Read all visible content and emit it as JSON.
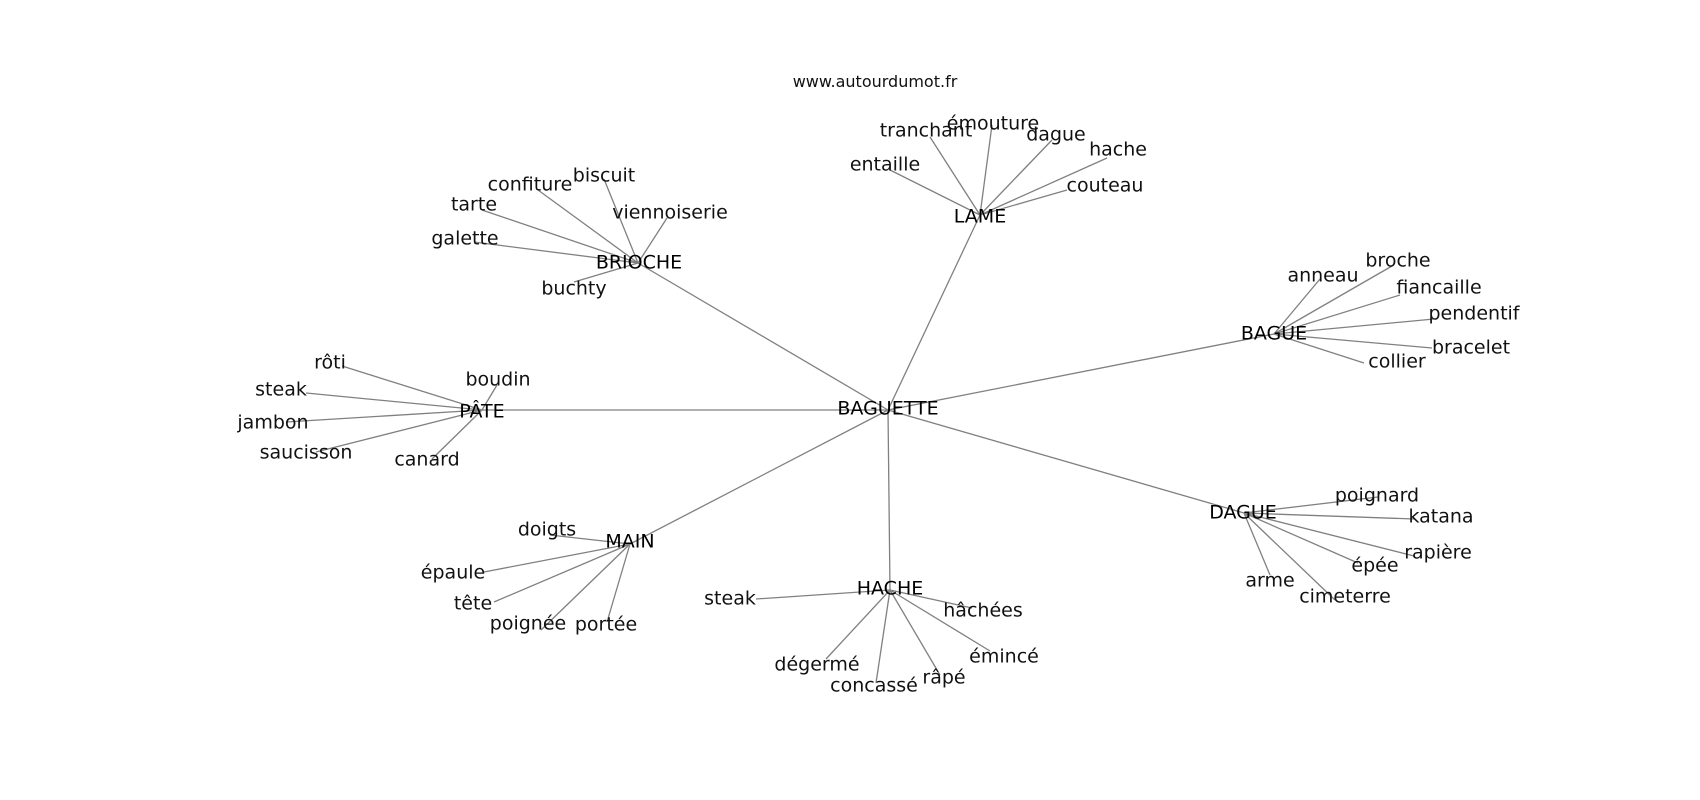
{
  "watermark": "www.autourdumot.fr",
  "colors": {
    "edge": "#808080",
    "text": "#111111",
    "background": "#ffffff"
  },
  "center": "BAGUETTE",
  "clusters": [
    {
      "hub": "LAME",
      "words": [
        "tranchant",
        "émouture",
        "dague",
        "hache",
        "entaille",
        "couteau"
      ]
    },
    {
      "hub": "BRIOCHE",
      "words": [
        "biscuit",
        "confiture",
        "tarte",
        "viennoiserie",
        "galette",
        "buchty"
      ]
    },
    {
      "hub": "BAGUE",
      "words": [
        "anneau",
        "broche",
        "fiancaille",
        "pendentif",
        "bracelet",
        "collier"
      ]
    },
    {
      "hub": "PÂTE",
      "words": [
        "rôti",
        "steak",
        "boudin",
        "jambon",
        "saucisson",
        "canard"
      ]
    },
    {
      "hub": "DAGUE",
      "words": [
        "poignard",
        "katana",
        "rapière",
        "épée",
        "arme",
        "cimeterre"
      ]
    },
    {
      "hub": "MAIN",
      "words": [
        "doigts",
        "épaule",
        "tête",
        "poignée",
        "portée"
      ]
    },
    {
      "hub": "HACHE",
      "words": [
        "steak",
        "hâchées",
        "émincé",
        "râpé",
        "dégermé",
        "concassé"
      ]
    }
  ]
}
